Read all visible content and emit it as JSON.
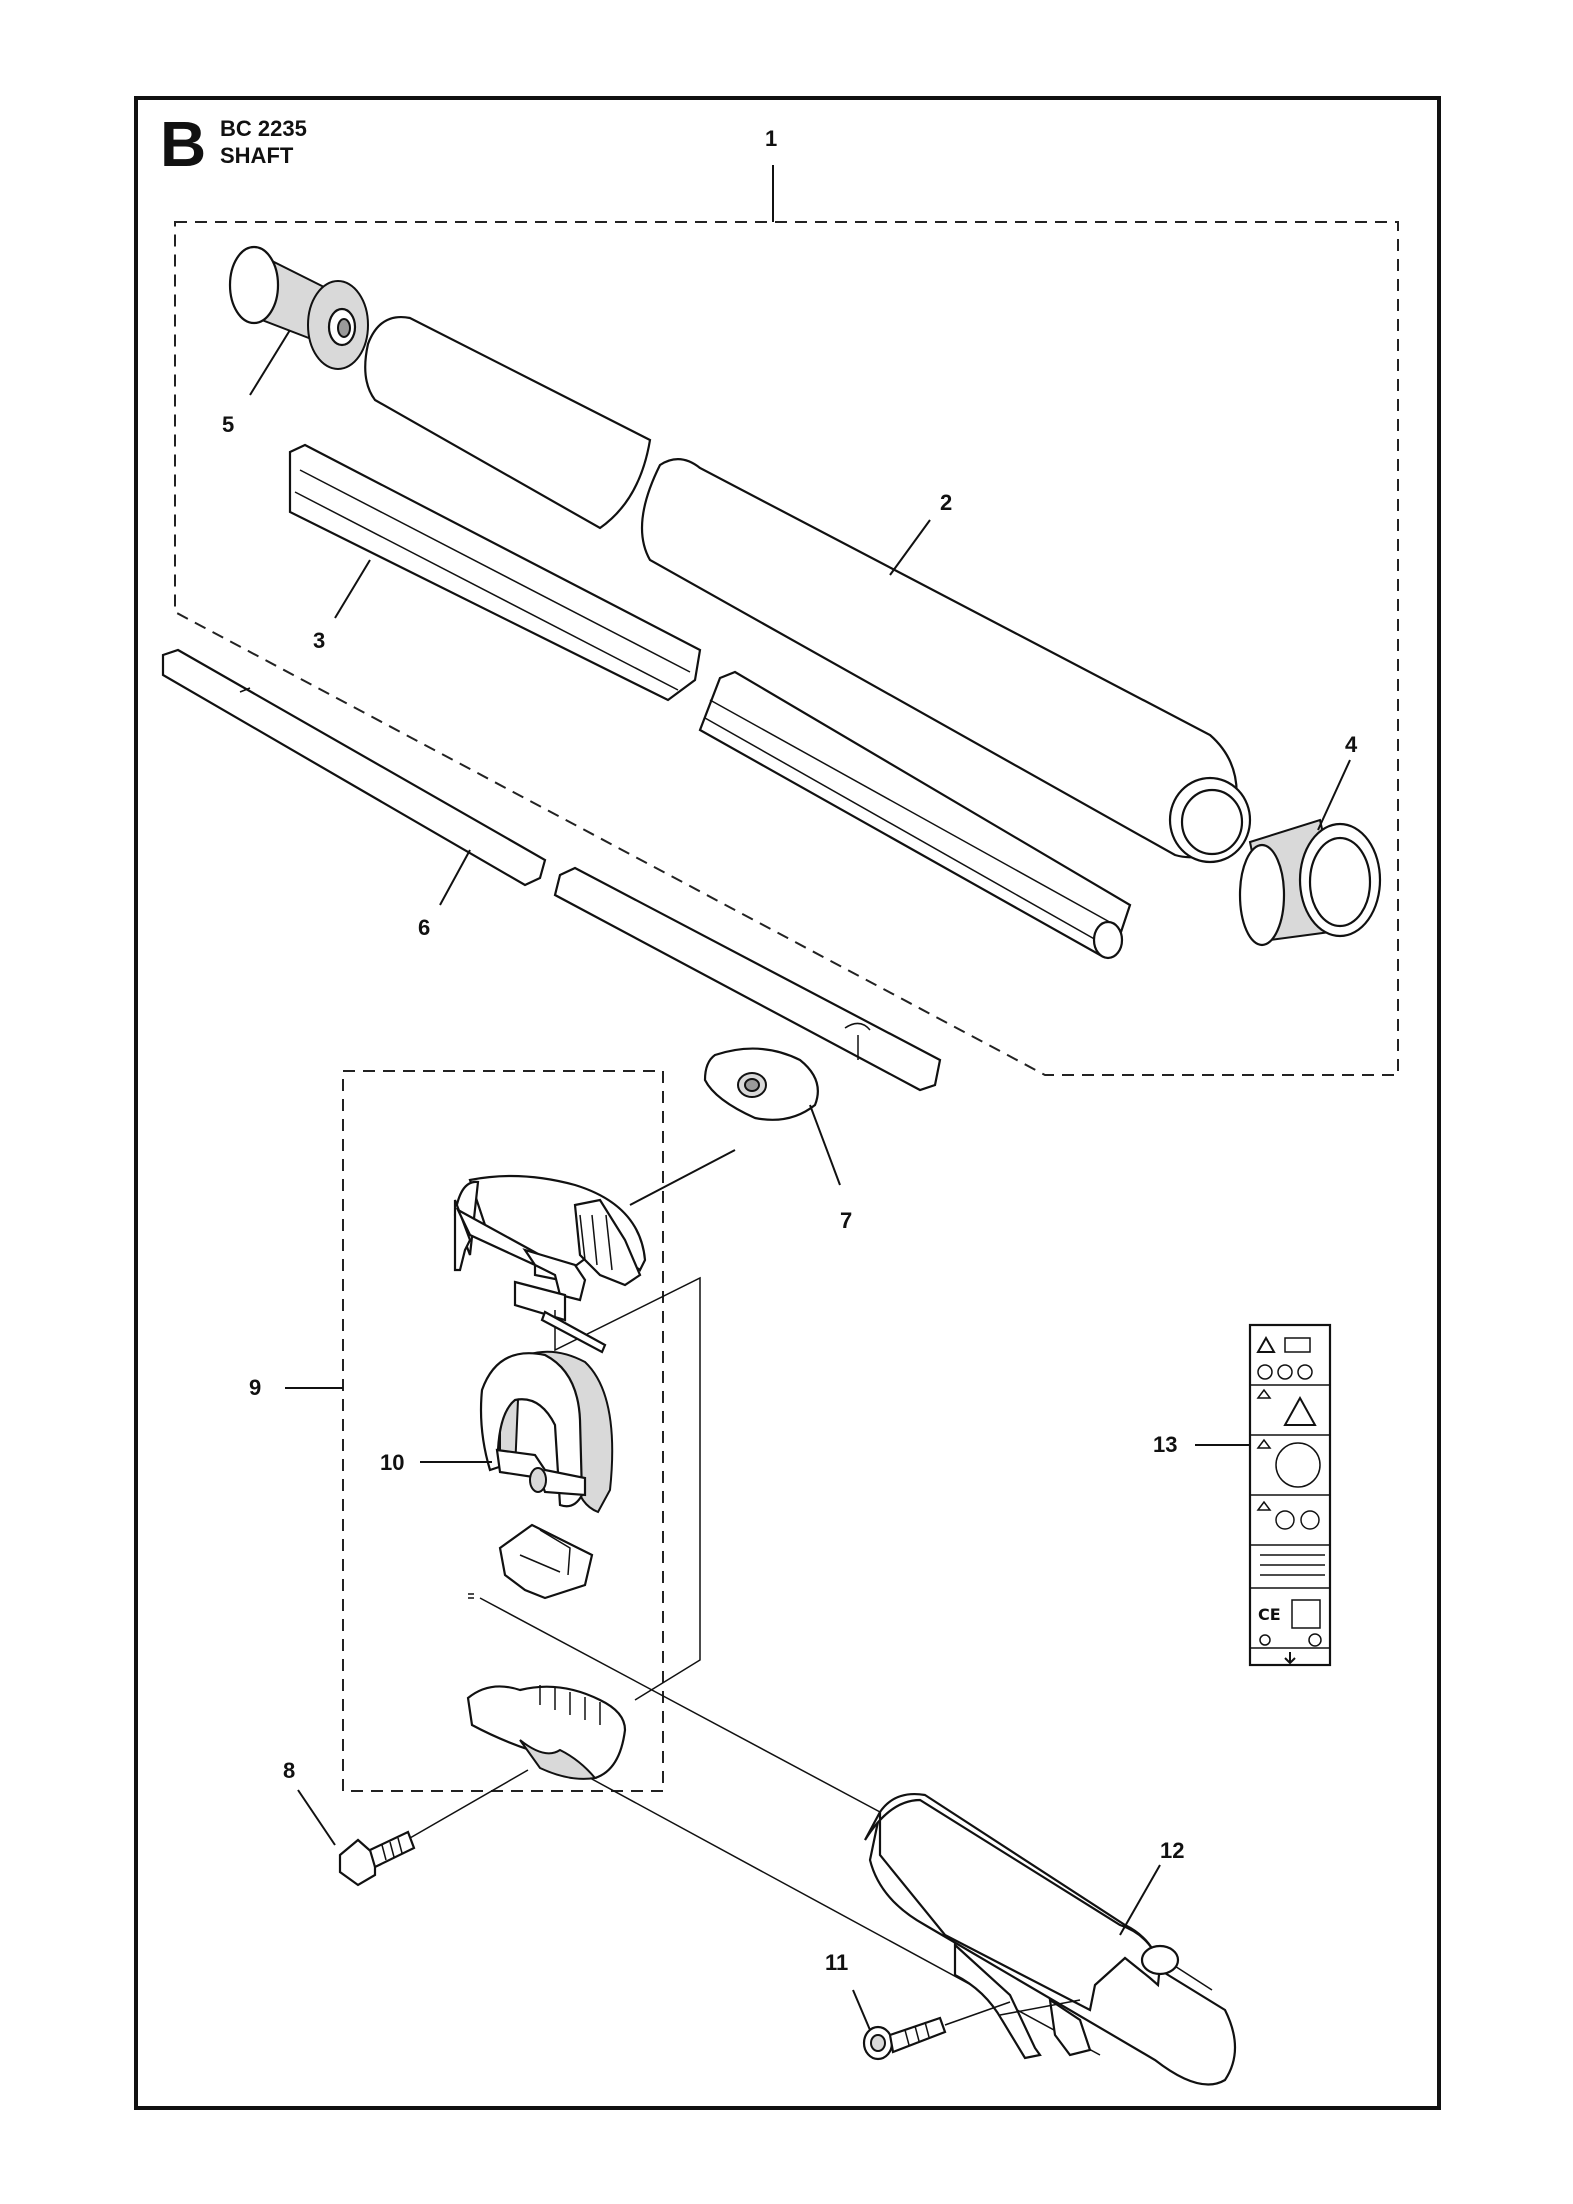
{
  "section": {
    "letter": "B",
    "model": "BC 2235",
    "name": "SHAFT"
  },
  "callouts": {
    "c1": "1",
    "c2": "2",
    "c3": "3",
    "c4": "4",
    "c5": "5",
    "c6": "6",
    "c7": "7",
    "c8": "8",
    "c9": "9",
    "c10": "10",
    "c11": "11",
    "c12": "12",
    "c13": "13"
  },
  "decal": {
    "ce_mark": "CE"
  }
}
